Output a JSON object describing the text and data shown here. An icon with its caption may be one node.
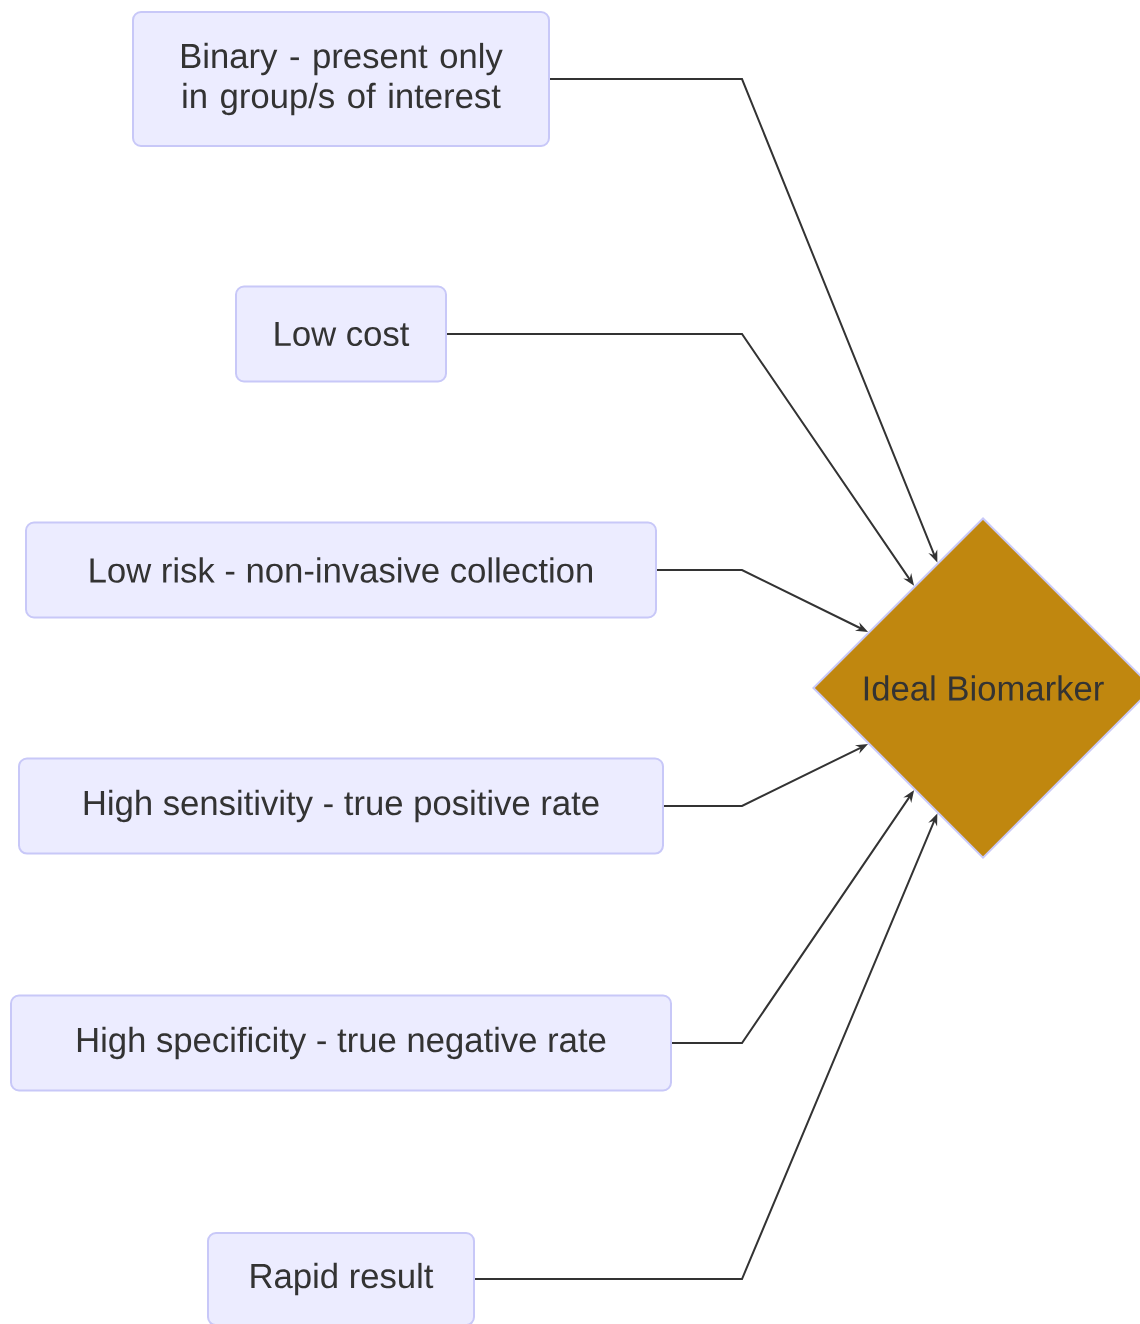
{
  "diagram": {
    "nodes": [
      {
        "text": [
          "Binary - present only in group/s of interest"
        ]
      },
      {
        "text": [
          "Low cost"
        ]
      },
      {
        "text": [
          "Low risk - non-invasive collection"
        ]
      },
      {
        "text": [
          "High sensitivity - true positive rate"
        ]
      },
      {
        "text": [
          "High specificity - true negative rate"
        ]
      },
      {
        "text": [
          "Rapid result"
        ]
      },
      {
        "text": [
          "Ideal Biomarker"
        ]
      }
    ],
    "edges": [
      {
        "from": 0,
        "to": 6,
        "arrow": "to"
      },
      {
        "from": 1,
        "to": 6,
        "arrow": "to"
      },
      {
        "from": 2,
        "to": 6,
        "arrow": "to"
      },
      {
        "from": 3,
        "to": 6,
        "arrow": "to"
      },
      {
        "from": 4,
        "to": 6,
        "arrow": "to"
      },
      {
        "from": 5,
        "to": 6,
        "arrow": "to"
      }
    ]
  }
}
